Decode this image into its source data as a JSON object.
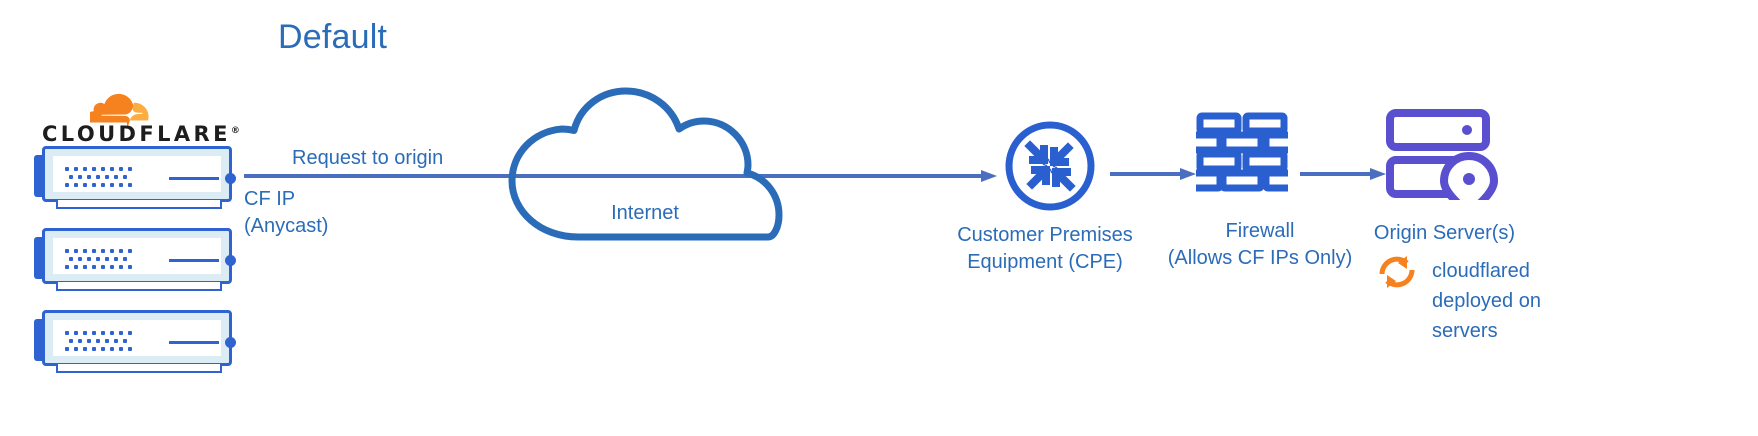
{
  "diagram": {
    "title": "Default",
    "brand": {
      "wordmark": "CLOUDFLARE",
      "registered": "®",
      "logo_icon": "cloudflare-cloud-logo"
    },
    "colors": {
      "blue_text": "#2b6cb9",
      "blue_icon": "#2a5fd0",
      "arrow": "#4a6fc0",
      "server_blue": "#2f63d1",
      "server_fill": "#dcecf5",
      "origin_purple": "#5a4fcf",
      "cloudflare_orange": "#f6821f",
      "cloudflare_orange_light": "#fbad41",
      "wordmark_black": "#1d1d1d",
      "background": "#ffffff"
    },
    "servers": [
      {
        "name": "cloudflare-edge-server-1"
      },
      {
        "name": "cloudflare-edge-server-2"
      },
      {
        "name": "cloudflare-edge-server-3"
      }
    ],
    "flow": {
      "request_label": "Request to origin",
      "cf_ip_line1": "CF IP",
      "cf_ip_line2": "(Anycast)"
    },
    "nodes": {
      "internet": {
        "label": "Internet",
        "icon": "cloud-icon"
      },
      "cpe": {
        "label_line1": "Customer Premises",
        "label_line2": "Equipment (CPE)",
        "icon": "router-icon"
      },
      "firewall": {
        "label_line1": "Firewall",
        "label_line2": "(Allows CF IPs Only)",
        "icon": "brick-wall-icon"
      },
      "origin": {
        "label": "Origin Server(s)",
        "icon": "server-rack-location-icon"
      },
      "cloudflared": {
        "icon": "refresh-circular-arrows-icon",
        "label_line1": "cloudflared",
        "label_line2": "deployed on",
        "label_line3": "servers"
      }
    }
  }
}
